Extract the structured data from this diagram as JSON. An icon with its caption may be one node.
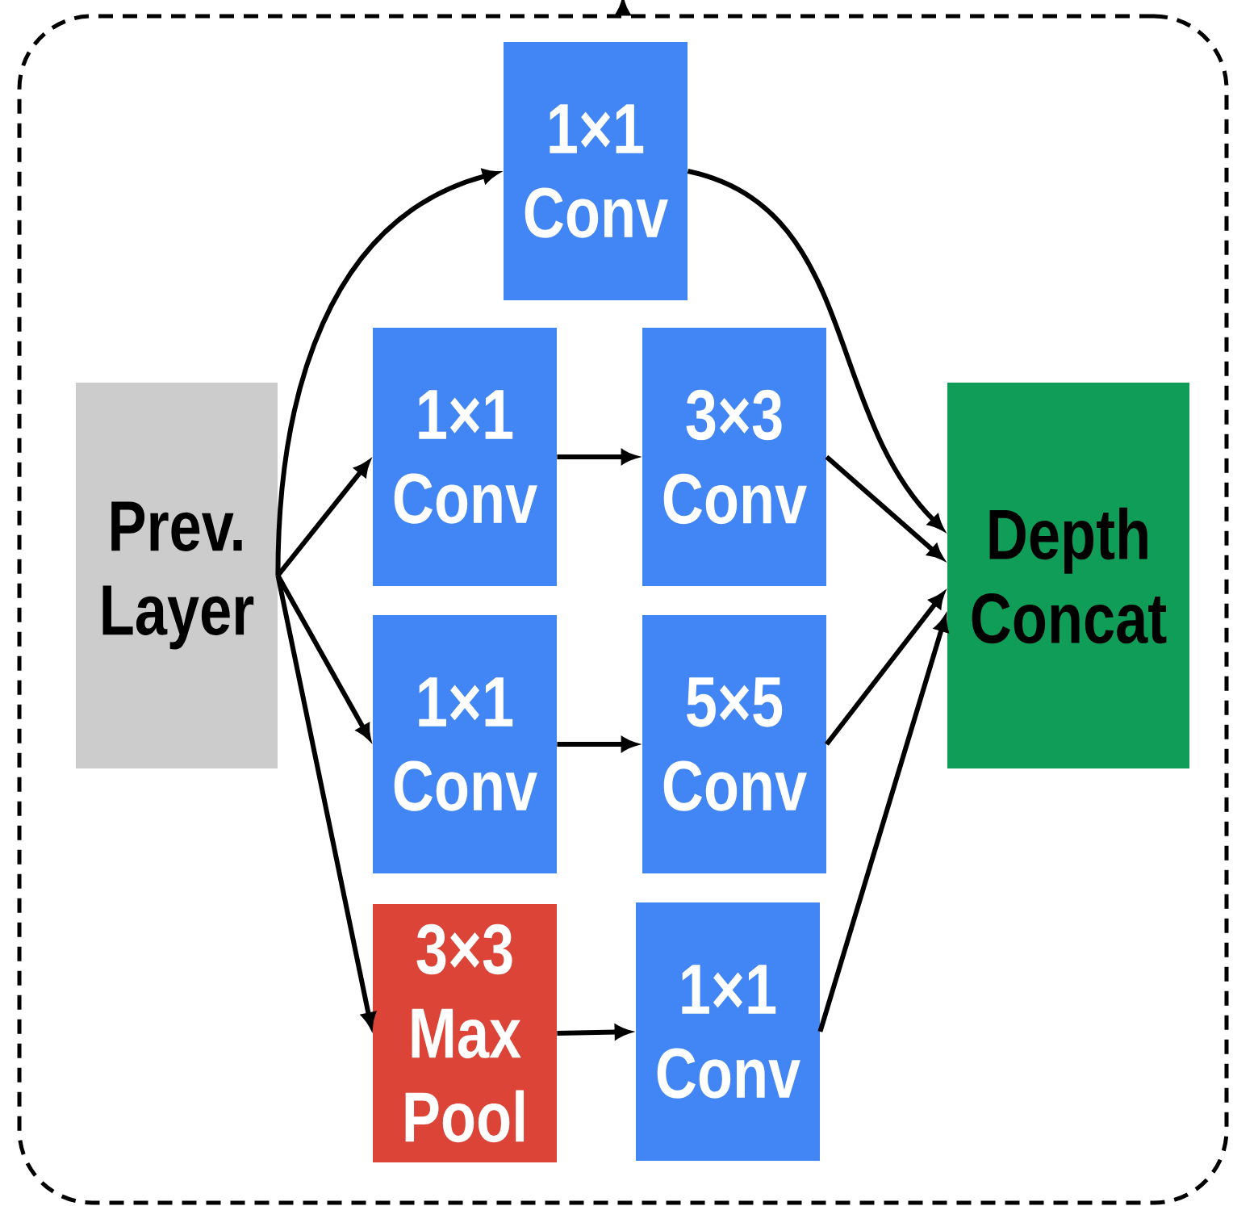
{
  "diagram": {
    "nodes": [
      {
        "text": [],
        "shape": "box"
      },
      {
        "text": [
          "Prev. Layer"
        ],
        "in": 0
      },
      {
        "text": [
          "1×1 Conv"
        ],
        "in": 0
      },
      {
        "text": [
          "1×1 Conv"
        ],
        "in": 0
      },
      {
        "text": [
          "3×3 Conv"
        ],
        "in": 0
      },
      {
        "text": [
          "1×1 Conv"
        ],
        "in": 0
      },
      {
        "text": [
          "5×5 Conv"
        ],
        "in": 0
      },
      {
        "text": [
          "3×3 Max Pool"
        ],
        "in": 0
      },
      {
        "text": [
          "1×1 Conv"
        ],
        "in": 0
      },
      {
        "text": [
          "Depth Concat"
        ],
        "in": 0
      }
    ],
    "edges": [
      {
        "from": 1,
        "to": 2,
        "arrow": "to"
      },
      {
        "from": 1,
        "to": 3,
        "arrow": "to"
      },
      {
        "from": 1,
        "to": 5,
        "arrow": "to"
      },
      {
        "from": 1,
        "to": 7,
        "arrow": "to"
      },
      {
        "from": 3,
        "to": 4,
        "arrow": "to"
      },
      {
        "from": 5,
        "to": 6,
        "arrow": "to"
      },
      {
        "from": 7,
        "to": 8,
        "arrow": "to"
      },
      {
        "from": 2,
        "to": 9,
        "arrow": "to"
      },
      {
        "from": 4,
        "to": 9,
        "arrow": "to"
      },
      {
        "from": 6,
        "to": 9,
        "arrow": "to"
      },
      {
        "from": 8,
        "to": 9,
        "arrow": "to"
      },
      {
        "from": 0,
        "to": null,
        "arrow": "to"
      }
    ]
  }
}
